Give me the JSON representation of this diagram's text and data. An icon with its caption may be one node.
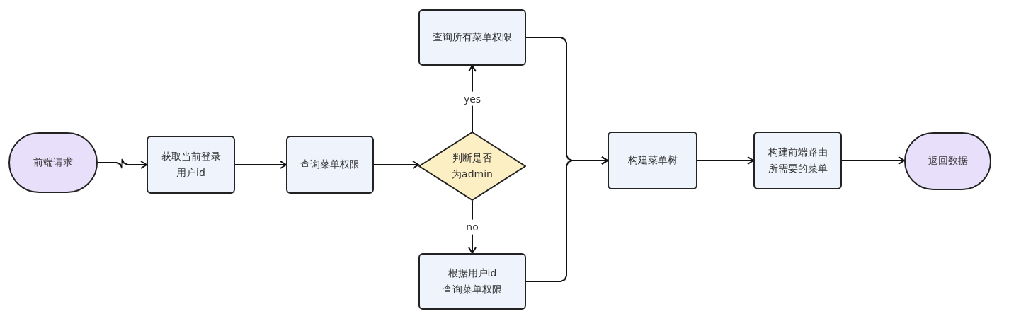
{
  "diagram": {
    "nodes": [
      {
        "text": [
          "前端请求"
        ]
      },
      {
        "text": [
          "获取当前登录用户id"
        ]
      },
      {
        "text": [
          "查询菜单权限"
        ]
      },
      {
        "text": [
          "判断是否为admin"
        ]
      },
      {
        "text": [
          "查询所有菜单权限"
        ]
      },
      {
        "text": [
          "根据用户id查询菜单权限"
        ]
      },
      {
        "text": [
          "构建菜单树"
        ]
      },
      {
        "text": [
          "构建前端路由所需要的菜单"
        ]
      },
      {
        "text": [
          "返回数据"
        ]
      }
    ],
    "edges": [
      {
        "from": 0,
        "to": 1,
        "arrow": "to"
      },
      {
        "from": 1,
        "to": 2,
        "arrow": "to"
      },
      {
        "from": 2,
        "to": 3,
        "arrow": "to"
      },
      {
        "from": 3,
        "to": 4,
        "arrow": "to",
        "label": "yes"
      },
      {
        "from": 3,
        "to": 5,
        "arrow": "to",
        "label": "no"
      },
      {
        "from": 4,
        "to": 6,
        "arrow": "to"
      },
      {
        "from": 5,
        "to": 6,
        "arrow": "to"
      },
      {
        "from": 6,
        "to": 7,
        "arrow": "to"
      },
      {
        "from": 7,
        "to": 8,
        "arrow": "to"
      }
    ]
  }
}
